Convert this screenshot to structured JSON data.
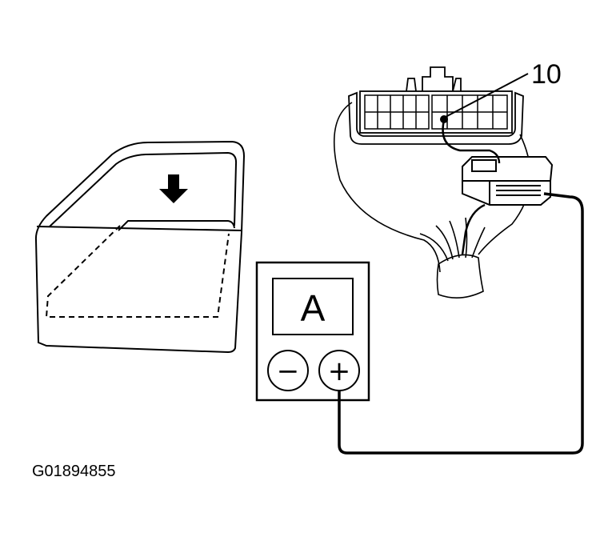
{
  "figure": {
    "code": "G01894855",
    "callout": "10",
    "meter": {
      "unit_letter": "A",
      "negative_symbol": "−",
      "positive_symbol": "+"
    },
    "window_direction": "down"
  },
  "colors": {
    "ink": "#000000",
    "paper": "#ffffff"
  },
  "icons": {
    "arrow": "arrow-down-icon",
    "meter": "ammeter-icon",
    "negative": "minus-icon",
    "positive": "plus-icon"
  }
}
